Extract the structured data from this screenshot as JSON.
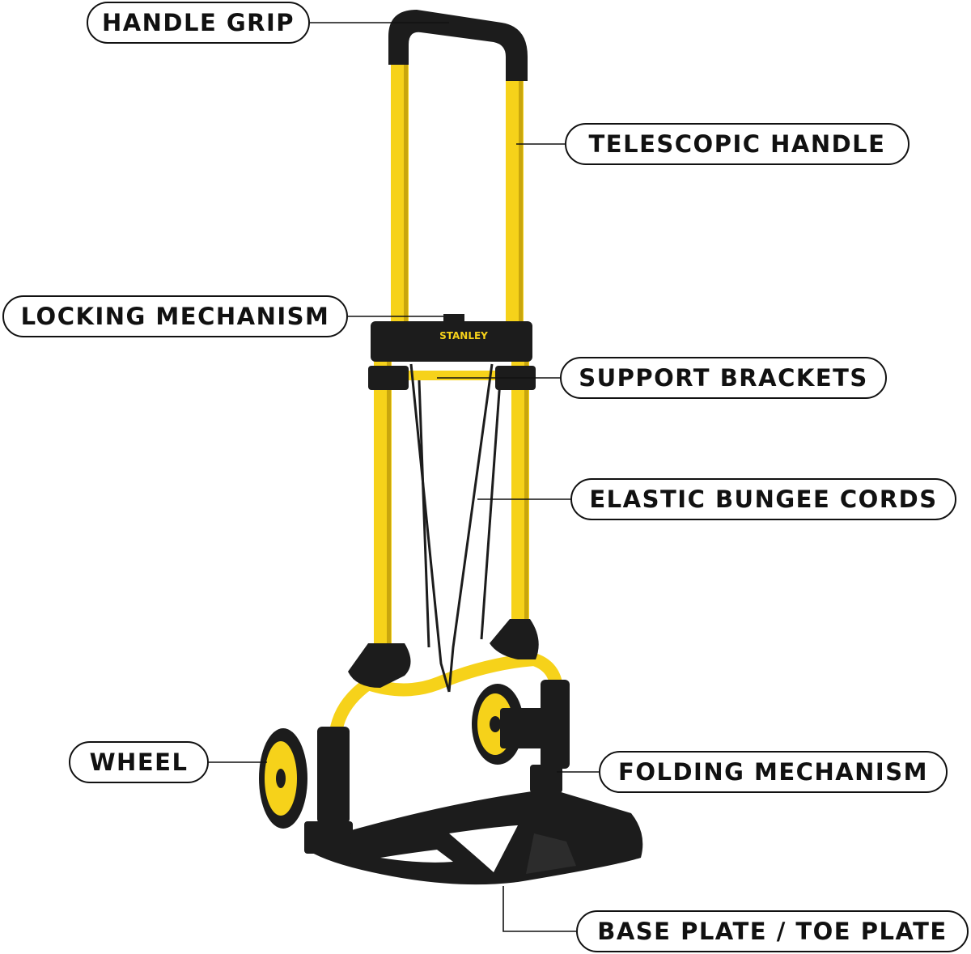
{
  "diagram": {
    "brand": "STANLEY",
    "colors": {
      "frame_yellow": "#f6d21a",
      "frame_shadow": "#c9a60d",
      "plastic_black": "#1c1c1c",
      "outline_ink": "#111111",
      "background": "#ffffff"
    },
    "callouts": [
      {
        "id": "handle-grip",
        "text": "HANDLE GRIP"
      },
      {
        "id": "telescopic-handle",
        "text": "TELESCOPIC HANDLE"
      },
      {
        "id": "locking-mechanism",
        "text": "LOCKING MECHANISM"
      },
      {
        "id": "support-brackets",
        "text": "SUPPORT BRACKETS"
      },
      {
        "id": "elastic-bungee-cords",
        "text": "ELASTIC BUNGEE CORDS"
      },
      {
        "id": "wheel",
        "text": "WHEEL"
      },
      {
        "id": "folding-mechanism",
        "text": "FOLDING MECHANISM"
      },
      {
        "id": "base-plate",
        "text": "BASE PLATE / TOE PLATE"
      }
    ]
  }
}
